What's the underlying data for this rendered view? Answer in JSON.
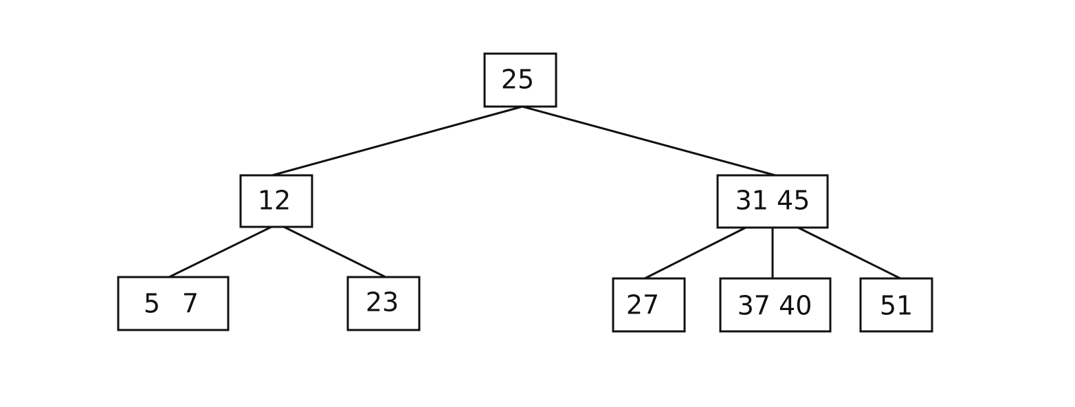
{
  "tree": {
    "root": {
      "label": "25"
    },
    "level1": [
      {
        "label": "12"
      },
      {
        "label": "31 45"
      }
    ],
    "level2": [
      {
        "label": "5   7",
        "keys": [
          "5",
          "7"
        ]
      },
      {
        "label": "23"
      },
      {
        "label": "27"
      },
      {
        "label": "37 40"
      },
      {
        "label": "51"
      }
    ]
  },
  "colors": {
    "stroke": "#111111",
    "background": "#ffffff"
  }
}
